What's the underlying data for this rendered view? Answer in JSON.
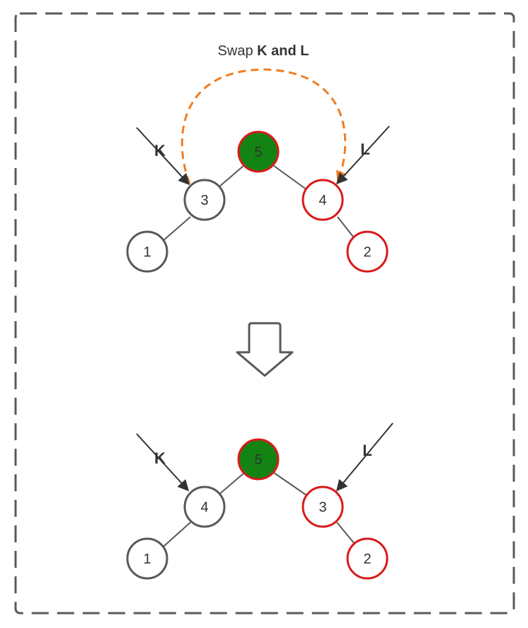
{
  "colors": {
    "gray_stroke": "#595959",
    "red_stroke": "#d91a1a",
    "green_fill": "#138414",
    "orange_arrow": "#ef7d22",
    "frame": "#595959",
    "text": "#333333"
  },
  "caption": {
    "prefix": "Swap ",
    "bold": "K and L"
  },
  "before": {
    "root": "5",
    "k_node": "3",
    "l_node": "4",
    "k_child": "1",
    "l_child": "2",
    "k_pointer": "K",
    "l_pointer": "L"
  },
  "after": {
    "root": "5",
    "k_node": "4",
    "l_node": "3",
    "k_child": "1",
    "l_child": "2",
    "k_pointer": "K",
    "l_pointer": "L"
  },
  "icons": {
    "swap_arrow": "curved-dashed-swap-arrow-icon",
    "transition_arrow": "down-arrow-icon"
  }
}
